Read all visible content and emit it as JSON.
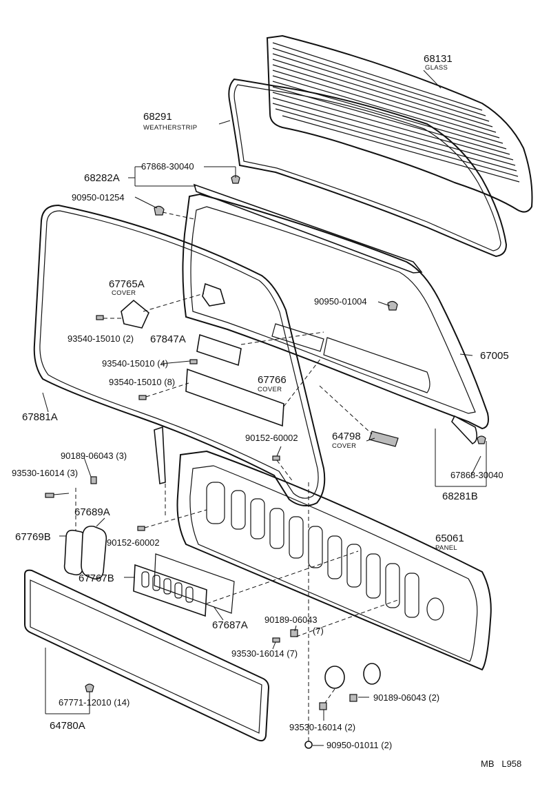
{
  "labels": {
    "glass_no": "68131",
    "glass_name": "GLASS",
    "weatherstrip_no": "68291",
    "weatherstrip_name": "WEATHERSTRIP",
    "grp_68282a": "68282A",
    "clip_top": "67868-30040",
    "grommet_top": "90950-01254",
    "cover_a_no": "67765A",
    "cover_a_name": "COVER",
    "grommet_right": "90950-01004",
    "screw_1": "93540-15010 (2)",
    "panel_67847a": "67847A",
    "screw_2": "93540-15010 (4)",
    "screw_3": "93540-15010 (8)",
    "cover_b_no": "67766",
    "cover_b_name": "COVER",
    "frame_67005": "67005",
    "seal_67881a": "67881A",
    "clip_90152_top": "90152-60002",
    "cover_c_no": "64798",
    "cover_c_name": "COVER",
    "nut_90189_3": "90189-06043 (3)",
    "bolt_93530_3": "93530-16014 (3)",
    "clip_bottom": "67868-30040",
    "grp_68281b": "68281B",
    "pad_67689a": "67689A",
    "pad_67769b": "67769B",
    "clip_90152_low": "90152-60002",
    "panel_no": "65061",
    "panel_name": "PANEL",
    "plate_67767b": "67767B",
    "seal_67687a": "67687A",
    "nut_90189_7": "90189-06043",
    "nut_90189_7_qty": "(7)",
    "bolt_93530_7": "93530-16014 (7)",
    "nut_90189_2": "90189-06043 (2)",
    "clip_67771": "67771-12010 (14)",
    "board_64780a": "64780A",
    "bolt_93530_2": "93530-16014 (2)",
    "grommet_bottom": "90950-01011 (2)",
    "footer_code": "MB   L958"
  }
}
